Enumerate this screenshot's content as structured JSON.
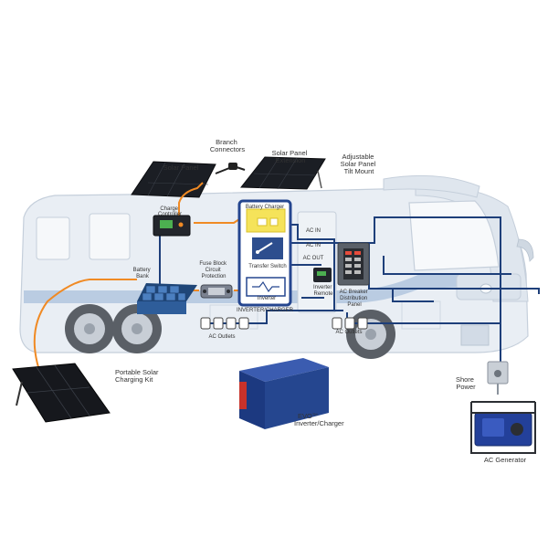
{
  "labels": {
    "branch_connectors": [
      "Branch",
      "Connectors"
    ],
    "solar_panel": "Solar Panel",
    "solar_panel_extension": [
      "Solar Panel",
      "Extension"
    ],
    "adjustable_mount": [
      "Adjustable",
      "Solar Panel",
      "Tilt Mount"
    ],
    "charge_controller": [
      "Charge",
      "Controller"
    ],
    "battery_charger": "Battery Charger",
    "ac_in_1": "AC IN",
    "ac_in_2": "AC IN",
    "ac_out": "AC OUT",
    "transfer_switch": "Transfer Switch",
    "inverter": "Inverter",
    "inverter_charger": "INVERTER/CHARGER",
    "battery_bank": [
      "Battery",
      "Bank"
    ],
    "fuse_block": [
      "Fuse Block",
      "Circuit",
      "Protection"
    ],
    "inverter_remote": [
      "Inverter",
      "Remote"
    ],
    "ac_breaker": [
      "AC Breaker",
      "Distribution",
      "Panel"
    ],
    "ac_outlets_left": "AC Outlets",
    "ac_outlets_right": "AC Outlets",
    "portable_solar": [
      "Portable Solar",
      "Charging Kit"
    ],
    "evo_name": "EVO",
    "evo_tm": "TM",
    "evo_sub": "Inverter/Charger",
    "shore_power": [
      "Shore",
      "Power"
    ],
    "ac_generator": "AC Generator"
  },
  "colors": {
    "wire_dc": "#f08a24",
    "wire_ac": "#1e3f7a",
    "rv_body": "#e9eef4",
    "rv_stripe": "#a9c0dc",
    "rv_outline": "#c5cfdb",
    "panel_dark": "#1b1e24",
    "device_blue": "#25468f",
    "battery_blue": "#2e5d9a",
    "charger_yellow": "#f5e35a",
    "generator_blue": "#23409a",
    "evo_red": "#c8322a",
    "label_text": "#333333"
  }
}
